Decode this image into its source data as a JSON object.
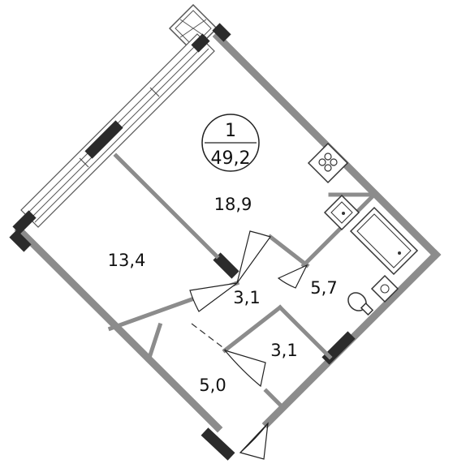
{
  "apartment": {
    "rooms_count": "1",
    "total_area": "49,2"
  },
  "rooms": {
    "living_room": "18,9",
    "bedroom": "13,4",
    "corridor": "3,1",
    "bathroom": "5,7",
    "wc": "3,1",
    "hallway": "5,0"
  },
  "icons": [
    "ventilation-shaft-icon",
    "stove-icon",
    "sink-icon",
    "bathtub-icon",
    "washbasin-icon",
    "toilet-icon"
  ],
  "colors": {
    "wall": "#8c8c8c",
    "wall_dark": "#2b2b2b",
    "line": "#222222",
    "fill": "#ffffff"
  }
}
